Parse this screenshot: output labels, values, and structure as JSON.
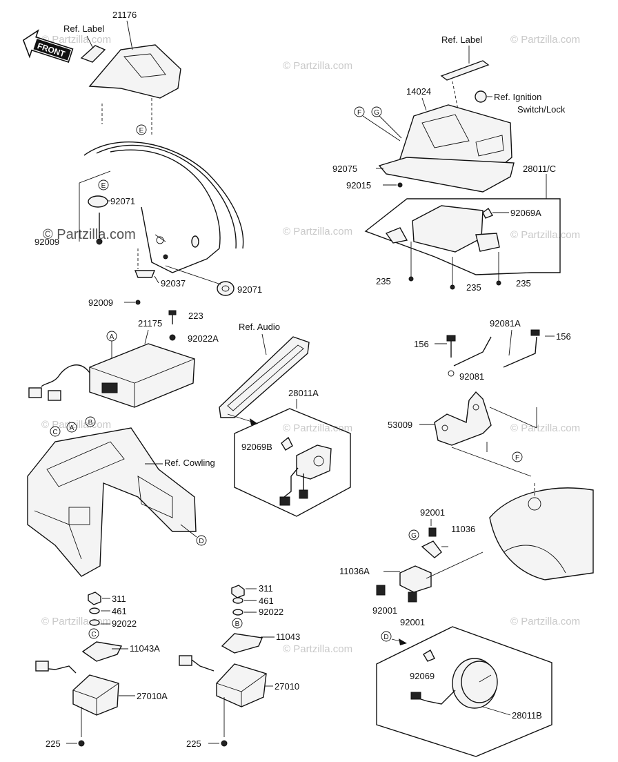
{
  "watermark": {
    "brand": "© Partzilla.com",
    "repeat": "© Partzilla.com"
  },
  "front_arrow": "FRONT",
  "reference_labels": {
    "ref_label_fender": "Ref. Label",
    "ref_label_cover": "Ref. Label",
    "ref_ignition_1": "Ref. Ignition",
    "ref_ignition_2": "Switch/Lock",
    "ref_audio": "Ref. Audio",
    "ref_cowling": "Ref. Cowling"
  },
  "callouts": [
    "A",
    "B",
    "C",
    "D",
    "E",
    "F",
    "G"
  ],
  "part_numbers": {
    "p21176": "21176",
    "p92071a": "92071",
    "p92009a": "92009",
    "p92037": "92037",
    "p92071b": "92071",
    "p92009b": "92009",
    "p14024": "14024",
    "p92075": "92075",
    "p92015": "92015",
    "p28011c": "28011/C",
    "p92069a": "92069A",
    "p235a": "235",
    "p235b": "235",
    "p235c": "235",
    "p21175": "21175",
    "p223": "223",
    "p92022a": "92022A",
    "p28011a": "28011A",
    "p92069b": "92069B",
    "p156a": "156",
    "p92081a": "92081A",
    "p156b": "156",
    "p92081": "92081",
    "p53009": "53009",
    "p92001a": "92001",
    "p11036": "11036",
    "p11036a": "11036A",
    "p92001b": "92001",
    "p92001c": "92001",
    "p311a": "311",
    "p461a": "461",
    "p92022b": "92022",
    "p11043a": "11043A",
    "p27010a": "27010A",
    "p225a": "225",
    "p311b": "311",
    "p461b": "461",
    "p92022c": "92022",
    "p11043": "11043",
    "p27010": "27010",
    "p225b": "225",
    "p92069": "92069",
    "p28011b": "28011B"
  }
}
